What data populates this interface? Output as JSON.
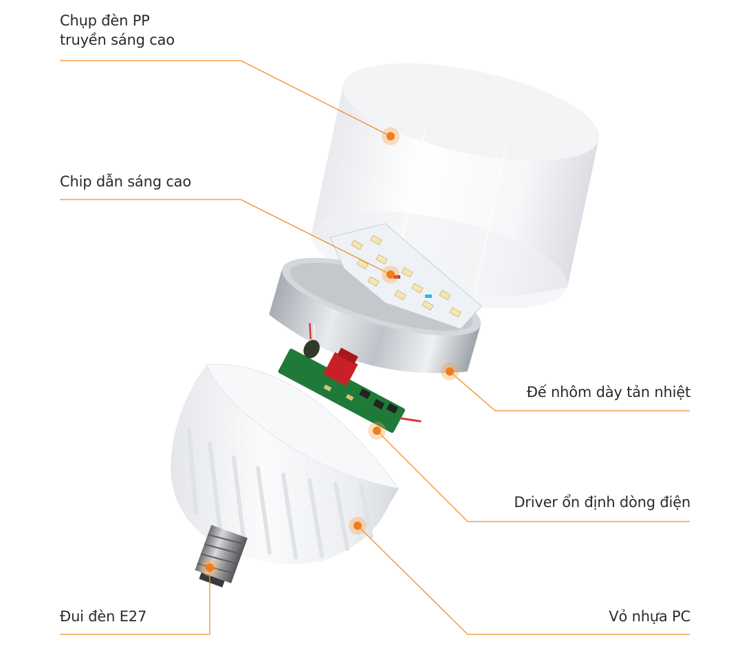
{
  "labels": {
    "cover_line1": "Chụp đèn PP",
    "cover_line2": "truyền sáng cao",
    "chip": "Chip dẫn sáng cao",
    "aluminum": "Đế nhôm dày tản nhiệt",
    "driver": "Driver ổn định dòng điện",
    "socket": "Đui đèn E27",
    "housing": "Vỏ nhựa PC"
  },
  "colors": {
    "accent": "#f28c28",
    "text": "#2a2a2a"
  }
}
